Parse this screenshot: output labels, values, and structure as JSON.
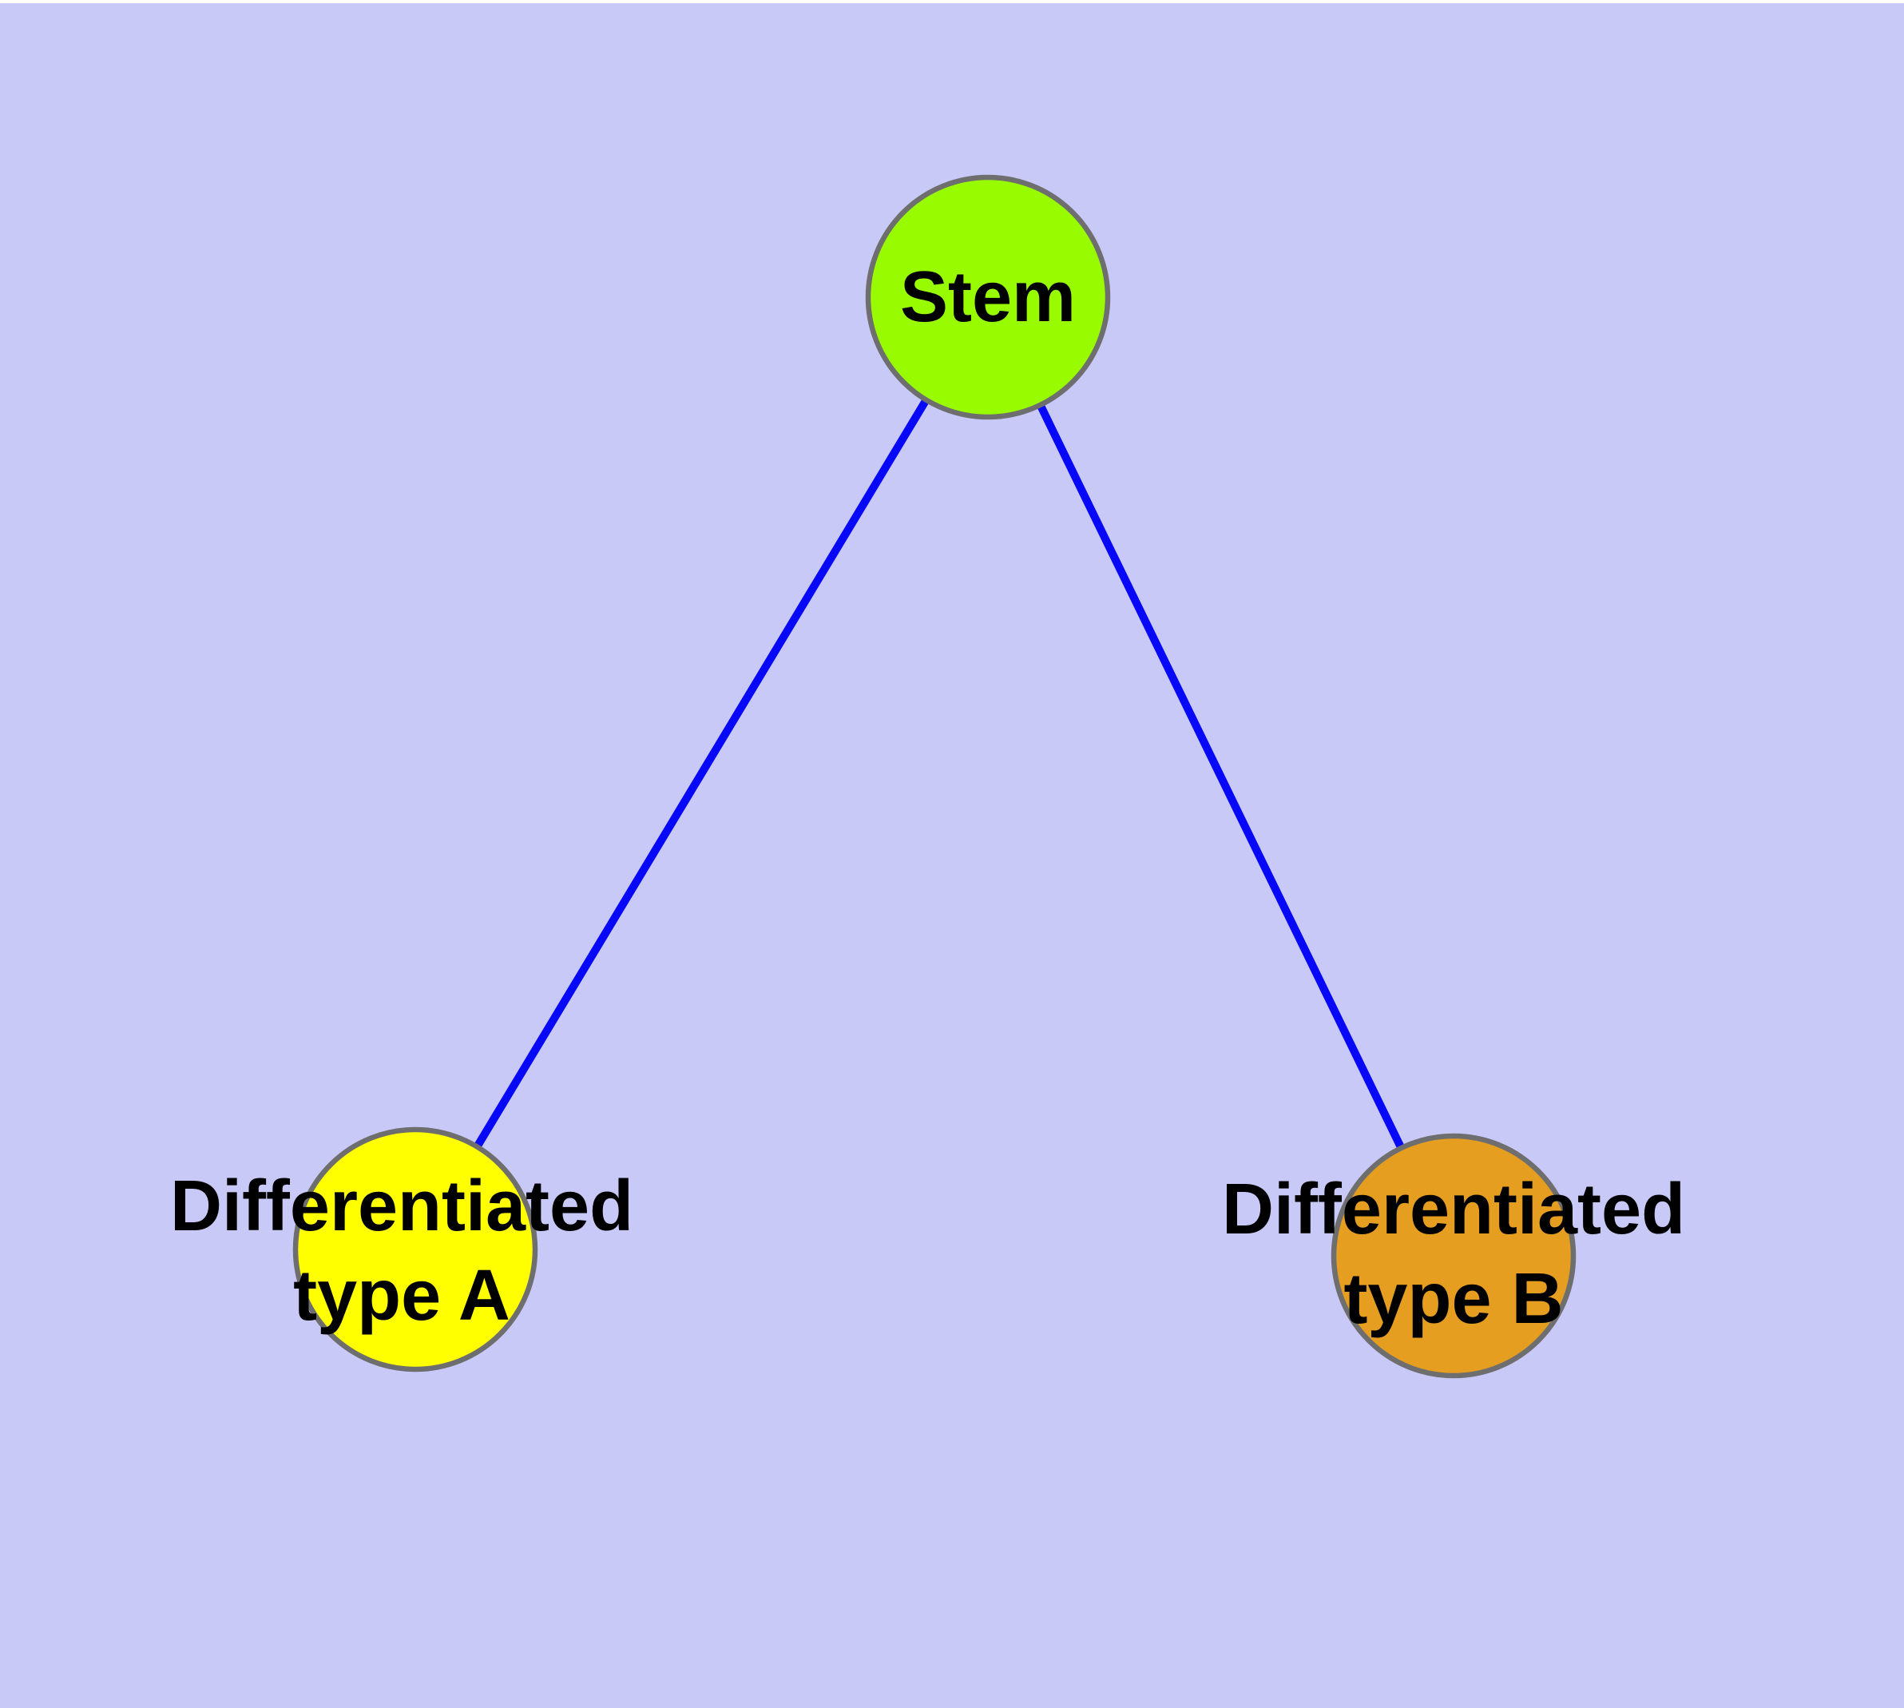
{
  "diagram": {
    "type": "node-link-graph",
    "background_color": "#c9c9f8",
    "top_margin_color": "#ffffff",
    "edge_color": "#0808f8",
    "node_border_color": "#6e6e6e",
    "label_color": "#000000",
    "nodes": [
      {
        "id": "stem",
        "label": "Stem",
        "fill": "#99fb00"
      },
      {
        "id": "differentiated-type-a",
        "label": "Differentiated type A",
        "line1": "Differentiated",
        "line2": "type A",
        "fill": "#ffff00"
      },
      {
        "id": "differentiated-type-b",
        "label": "Differentiated type B",
        "line1": "Differentiated",
        "line2": "type B",
        "fill": "#e59e20"
      }
    ],
    "edges": [
      {
        "from": "Stem",
        "to": "Differentiated type A"
      },
      {
        "from": "Stem",
        "to": "Differentiated type B"
      }
    ]
  }
}
